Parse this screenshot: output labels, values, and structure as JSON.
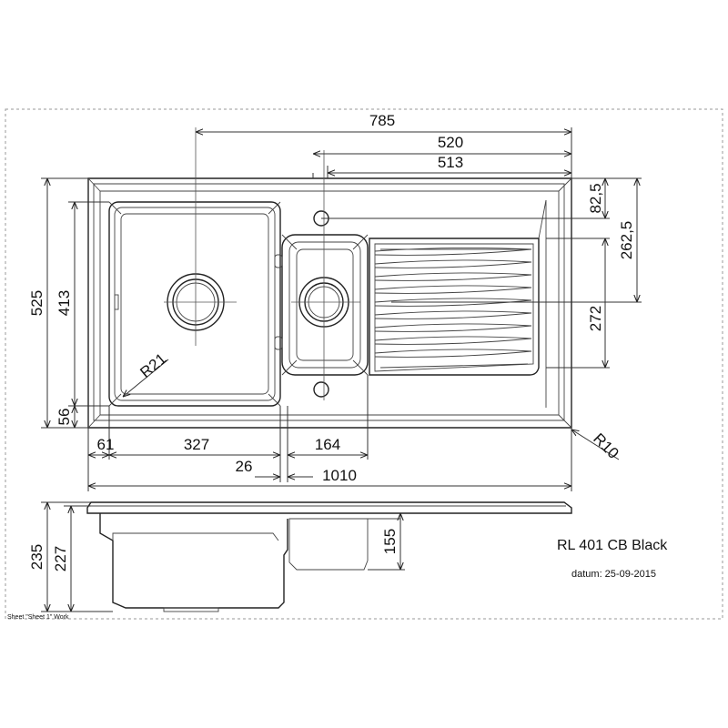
{
  "product": {
    "model": "RL 401 CB Black",
    "date": "datum: 25-09-2015"
  },
  "sheet_label": "Sheet \"Sheet 1\" Work",
  "dimensions": {
    "d785": "785",
    "d520": "520",
    "d513": "513",
    "d82_5": "82,5",
    "d262_5": "262,5",
    "d272": "272",
    "d525": "525",
    "d413": "413",
    "d56": "56",
    "d61": "61",
    "d327": "327",
    "d164": "164",
    "d26": "26",
    "d1010": "1010",
    "r21": "R21",
    "r10": "R10",
    "d235": "235",
    "d227": "227",
    "d155": "155"
  },
  "colors": {
    "line": "#222222",
    "frame": "#999999",
    "background": "#ffffff"
  }
}
